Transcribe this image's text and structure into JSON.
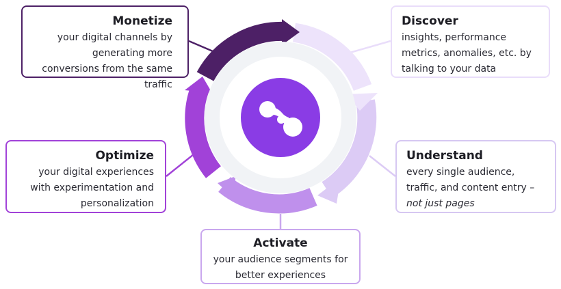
{
  "stages": {
    "monetize": {
      "title": "Monetize",
      "body": "your digital channels by generating more conversions from the same traffic"
    },
    "discover": {
      "title": "Discover",
      "body": "insights, performance metrics, anomalies, etc. by talking to your data"
    },
    "optimize": {
      "title": "Optimize",
      "body": "your digital experiences with experimentation and personalization"
    },
    "understand": {
      "title": "Understand",
      "body": "every single audience, traffic, and content entry –",
      "body_em": "not just pages"
    },
    "activate": {
      "title": "Activate",
      "body": "your audience segments for better experiences"
    }
  },
  "colors": {
    "monetize": "#4d2066",
    "discover": "#e9ddfa",
    "understand": "#dccbf5",
    "activate": "#c9a7ee",
    "optimize": "#a142d8",
    "inner_ring": "#f1f3f6",
    "center": "#8a3ce5"
  },
  "center_icon": "linked-nodes-logo-icon"
}
